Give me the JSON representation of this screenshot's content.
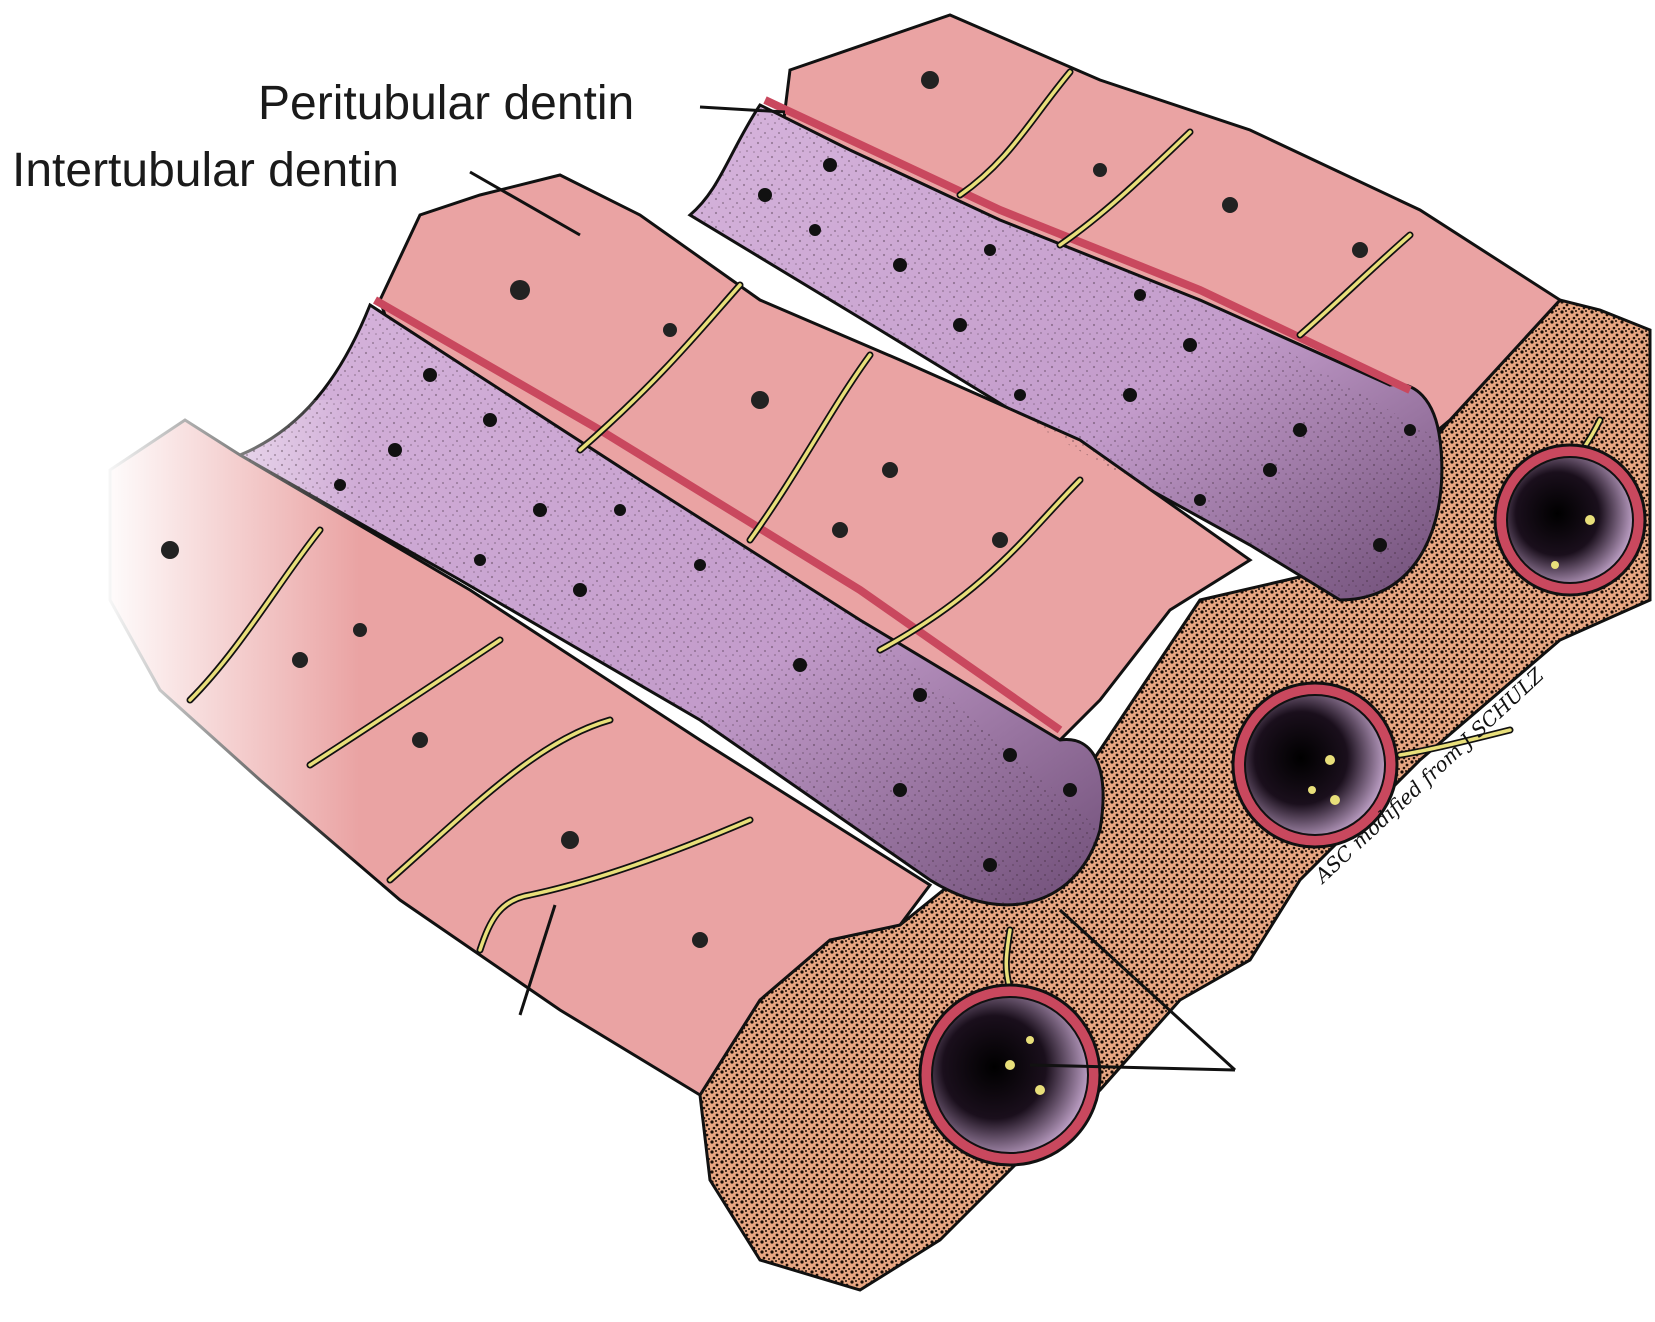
{
  "labels": {
    "peritubular": "Peritubular dentin",
    "intertubular": "Intertubular dentin"
  },
  "credit": "ASC modified from J SCHULZ",
  "colors": {
    "intertubular_pink": "#eaa3a3",
    "peritubular_rim": "#c9485e",
    "tubule_lumen": "#c7a3cd",
    "cross_section": "#e8a783",
    "process_yellow": "#e8df7a",
    "ink": "#111111"
  }
}
